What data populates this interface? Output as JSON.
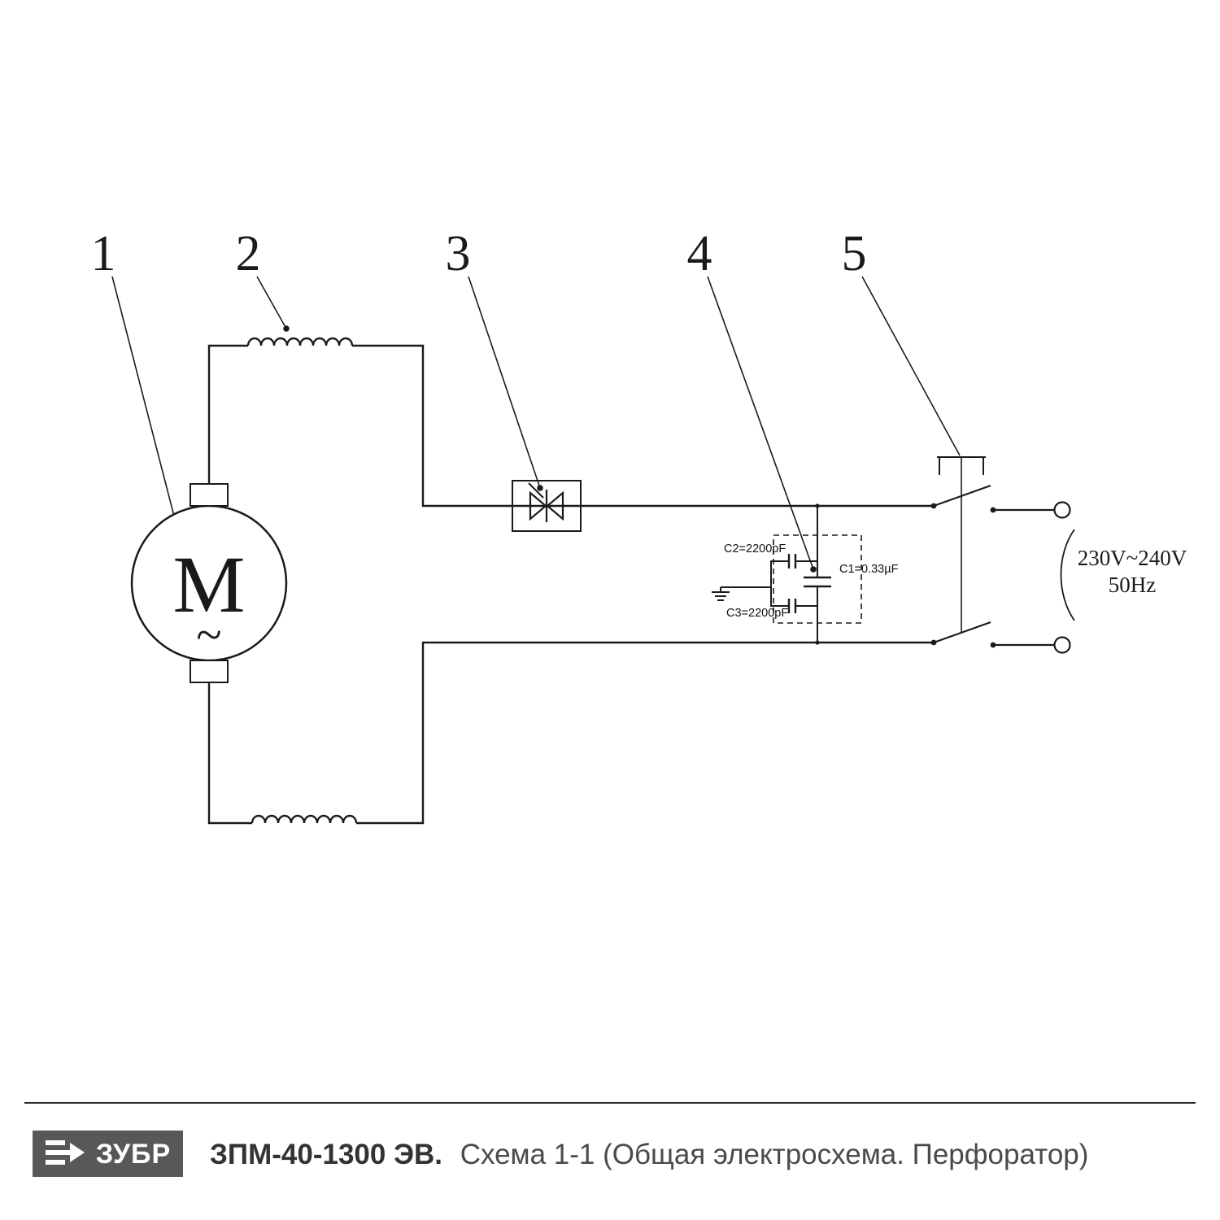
{
  "diagram": {
    "callouts": [
      "1",
      "2",
      "3",
      "4",
      "5"
    ],
    "motor": {
      "letter": "M",
      "wave": "~"
    },
    "filter": {
      "c2": "C2=2200pF",
      "c1": "C1=0.33µF",
      "c3": "C3=2200pF"
    },
    "power": {
      "voltage": "230V~240V",
      "frequency": "50Hz"
    }
  },
  "footer": {
    "brand": "ЗУБР",
    "model": "ЗПМ-40-1300 ЭВ.",
    "description": "Схема 1-1 (Общая электросхема. Перфоратор)"
  },
  "colors": {
    "line": "#1a1a1a",
    "logo_bg": "#57585a",
    "model_text": "#333333",
    "description_text": "#4a4a4b"
  }
}
